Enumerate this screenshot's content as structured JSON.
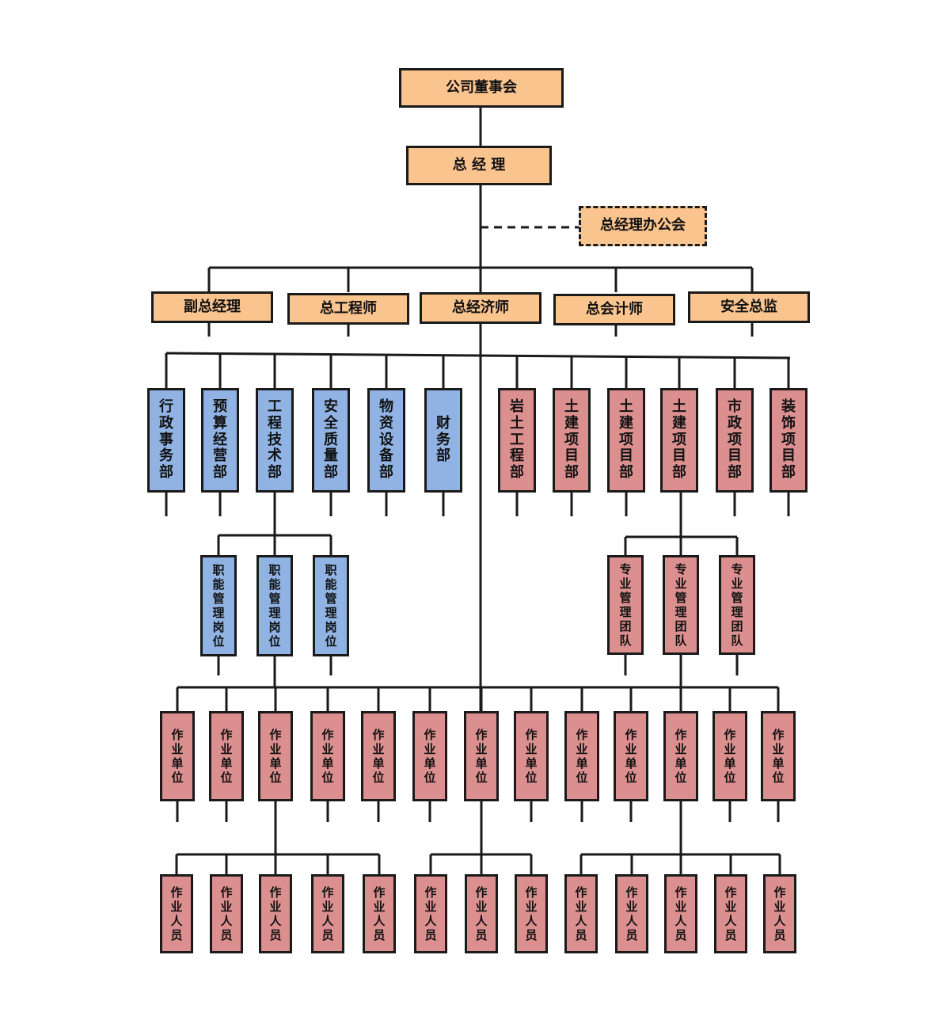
{
  "colors": {
    "executive": "#fac48f",
    "functional": "#90b3e3",
    "project": "#dc8f8f",
    "line": "#1a1a1a"
  },
  "top": {
    "board": "公司董事会",
    "gm": "总 经 理",
    "gm_office": "总经理办公会"
  },
  "vps": [
    "副总经理",
    "总工程师",
    "总经济师",
    "总会计师",
    "安全总监"
  ],
  "departments": [
    {
      "label": "行政事务部",
      "group": "functional"
    },
    {
      "label": "预算经营部",
      "group": "functional"
    },
    {
      "label": "工程技术部",
      "group": "functional"
    },
    {
      "label": "安全质量部",
      "group": "functional"
    },
    {
      "label": "物资设备部",
      "group": "functional"
    },
    {
      "label": "财务部",
      "group": "functional"
    },
    {
      "label": "岩土工程部",
      "group": "project"
    },
    {
      "label": "土建项目部",
      "group": "project"
    },
    {
      "label": "土建项目部",
      "group": "project"
    },
    {
      "label": "土建项目部",
      "group": "project"
    },
    {
      "label": "市政项目部",
      "group": "project"
    },
    {
      "label": "装饰项目部",
      "group": "project"
    }
  ],
  "posts": [
    "职能管理岗位",
    "职能管理岗位",
    "职能管理岗位"
  ],
  "teams": [
    "专业管理团队",
    "专业管理团队",
    "专业管理团队"
  ],
  "work_units": [
    "作业单位",
    "作业单位",
    "作业单位",
    "作业单位",
    "作业单位",
    "作业单位",
    "作业单位",
    "作业单位",
    "作业单位",
    "作业单位",
    "作业单位",
    "作业单位",
    "作业单位"
  ],
  "workers": [
    "作业人员",
    "作业人员",
    "作业人员",
    "作业人员",
    "作业人员",
    "作业人员",
    "作业人员",
    "作业人员",
    "作业人员",
    "作业人员",
    "作业人员",
    "作业人员",
    "作业人员"
  ]
}
